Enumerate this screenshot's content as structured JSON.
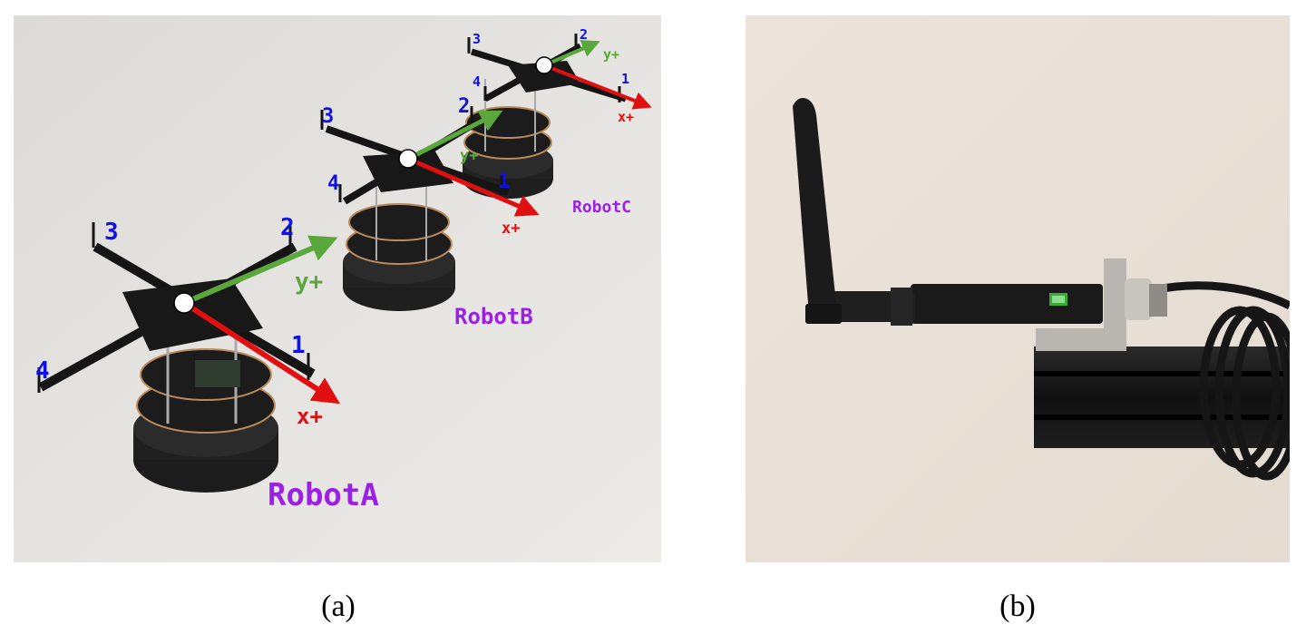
{
  "panel_a": {
    "caption": "(a)",
    "robots": [
      {
        "name": "RobotA",
        "x_axis": "x+",
        "y_axis": "y+",
        "antennas": [
          "1",
          "2",
          "3",
          "4"
        ]
      },
      {
        "name": "RobotB",
        "x_axis": "x+",
        "y_axis": "y+",
        "antennas": [
          "1",
          "2",
          "3",
          "4"
        ]
      },
      {
        "name": "RobotC",
        "x_axis": "x+",
        "y_axis": "y+",
        "antennas": [
          "1",
          "2",
          "3",
          "4"
        ]
      }
    ]
  },
  "panel_b": {
    "caption": "(b)"
  },
  "colors": {
    "antenna_label": "#1010e6",
    "robot_label": "#9b20e6",
    "x_axis": "#e01010",
    "y_axis": "#5aa83c"
  }
}
